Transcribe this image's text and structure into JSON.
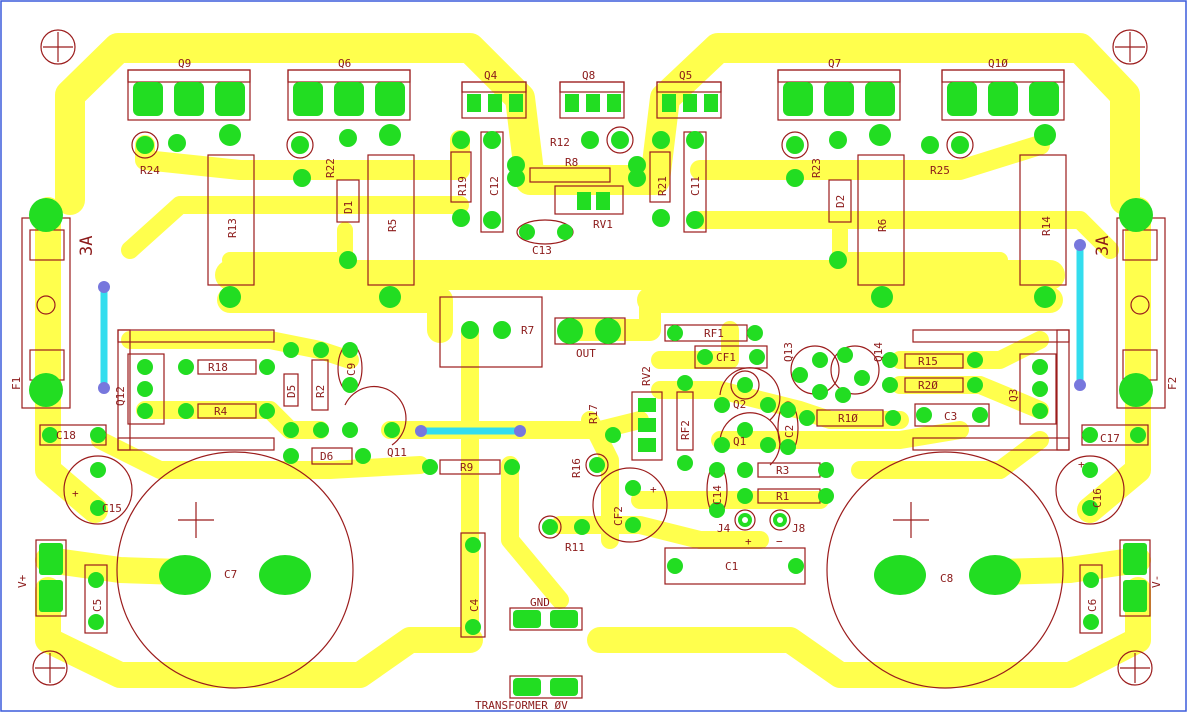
{
  "board": {
    "colors": {
      "background": "#ffffff",
      "copper": "#ffff4d",
      "pad": "#22dd22",
      "silkscreen": "#9b1c1c",
      "jumper": "#33ddee"
    },
    "labels": {
      "q9": "Q9",
      "q6": "Q6",
      "q4": "Q4",
      "q8": "Q8",
      "q5": "Q5",
      "q7": "Q7",
      "q10": "Q1Ø",
      "r24": "R24",
      "r22": "R22",
      "r19": "R19",
      "c12": "C12",
      "r12": "R12",
      "r8": "R8",
      "r21": "R21",
      "c11": "C11",
      "r23": "R23",
      "r25": "R25",
      "r13": "R13",
      "d1": "D1",
      "r5": "R5",
      "rv1": "RV1",
      "c13": "C13",
      "d2": "D2",
      "r6": "R6",
      "r14": "R14",
      "fuse_left_rating": "3A",
      "fuse_right_rating": "3A",
      "f1": "F1",
      "f2": "F2",
      "r7": "R7",
      "out": "OUT",
      "rf1": "RF1",
      "cf1": "CF1",
      "q13": "Q13",
      "q14": "Q14",
      "r15": "R15",
      "r20": "R2Ø",
      "q12": "Q12",
      "r18": "R18",
      "d5": "D5",
      "r2": "R2",
      "c9": "C9",
      "r4": "R4",
      "rv2": "RV2",
      "r17": "R17",
      "rf2": "RF2",
      "q2": "Q2",
      "c2": "C2",
      "r10": "R1Ø",
      "c3": "C3",
      "q3": "Q3",
      "c18": "C18",
      "q11": "Q11",
      "d6": "D6",
      "q1": "Q1",
      "c17": "C17",
      "r9": "R9",
      "r16": "R16",
      "cf2": "CF2",
      "r3": "R3",
      "c14": "C14",
      "r1": "R1",
      "c16": "C16",
      "c15": "C15",
      "j4": "J4",
      "j8": "J8",
      "plus": "+",
      "minus": "−",
      "r11": "R11",
      "c1": "C1",
      "c7": "C7",
      "c8": "C8",
      "vplus": "V+",
      "vminus": "V-",
      "c5": "C5",
      "c4": "C4",
      "gnd": "GND",
      "c6": "C6",
      "transformer": "TRANSFORMER ØV"
    }
  }
}
